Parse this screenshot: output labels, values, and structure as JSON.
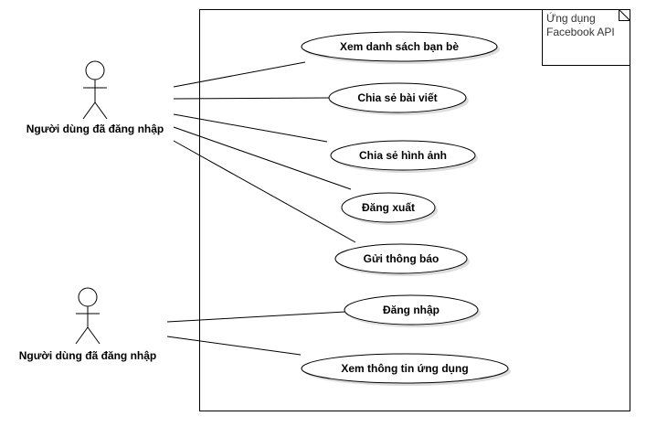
{
  "system": {
    "note_lines": [
      "Ứng dụng",
      "Facebook API"
    ]
  },
  "actors": [
    {
      "label": "Người dùng đã đăng nhập"
    },
    {
      "label": "Người dùng đã đăng nhập"
    }
  ],
  "use_cases": [
    {
      "label": "Xem danh sách bạn bè"
    },
    {
      "label": "Chia sẻ bài viết"
    },
    {
      "label": "Chia sẻ hình ảnh"
    },
    {
      "label": "Đăng xuất"
    },
    {
      "label": "Gửi thông báo"
    },
    {
      "label": "Đăng nhập"
    },
    {
      "label": "Xem thông tin ứng dụng"
    }
  ]
}
